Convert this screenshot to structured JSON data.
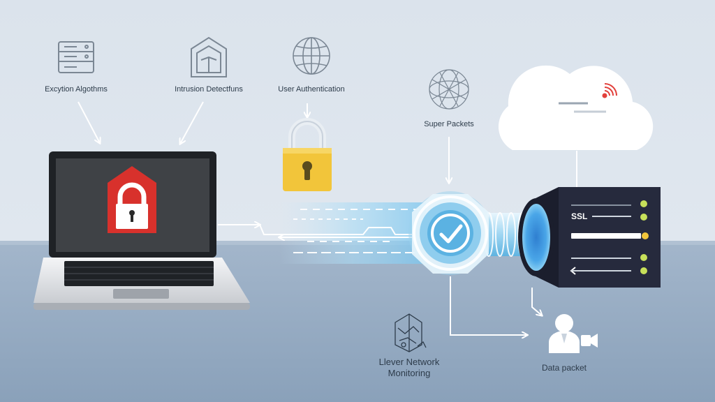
{
  "labels": {
    "encryption": "Excytion Algothms",
    "intrusion": "Intrusion Detectfuns",
    "auth": "User Authentication",
    "packets": "Super Packets",
    "monitoring_line1": "Llever Network",
    "monitoring_line2": "Monitoring",
    "data_packet": "Data packet",
    "ssl": "SSL"
  },
  "colors": {
    "background_top": "#dde5ee",
    "floor": "#9aafc6",
    "laptop_screen": "#3f4246",
    "lock_red": "#d8312c",
    "lock_yellow": "#f2c53a",
    "server_dark": "#262a3d",
    "indicator_lime": "#c7e05a",
    "accent_blue": "#6fc2ea"
  },
  "icons": [
    "server-rack-icon",
    "shield-book-icon",
    "globe-icon",
    "network-sphere-icon",
    "wireless-signal-icon",
    "map-icon",
    "user-avatar-icon",
    "video-camera-icon"
  ]
}
